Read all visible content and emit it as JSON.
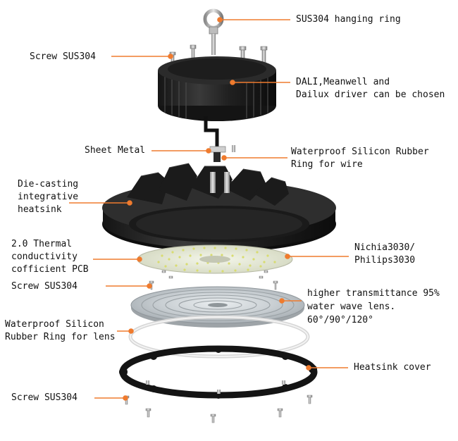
{
  "accent_color": "#ef7b2e",
  "callouts": {
    "hanging_ring": "SUS304 hanging ring",
    "screw_top": "Screw SUS304",
    "driver_line1": "DALI,Meanwell and",
    "driver_line2": "Dailux driver can be chosen",
    "sheet_metal": "Sheet Metal",
    "wire_ring_line1": "Waterproof Silicon Rubber",
    "wire_ring_line2": "Ring for wire",
    "heatsink_line1": "Die-casting",
    "heatsink_line2": "integrative",
    "heatsink_line3": "heatsink",
    "pcb_line1": "2.0 Thermal",
    "pcb_line2": "conductivity",
    "pcb_line3": "cofficient PCB",
    "led_line1": "Nichia3030/",
    "led_line2": "Philips3030",
    "screw_mid": "Screw SUS304",
    "lens_line1": "higher transmittance 95%",
    "lens_line2": "water wave lens.",
    "lens_line3": "60°/90°/120°",
    "lens_ring_line1": "Waterproof Silicon",
    "lens_ring_line2": "Rubber Ring for lens",
    "cover": "Heatsink cover",
    "screw_bottom": "Screw SUS304"
  }
}
